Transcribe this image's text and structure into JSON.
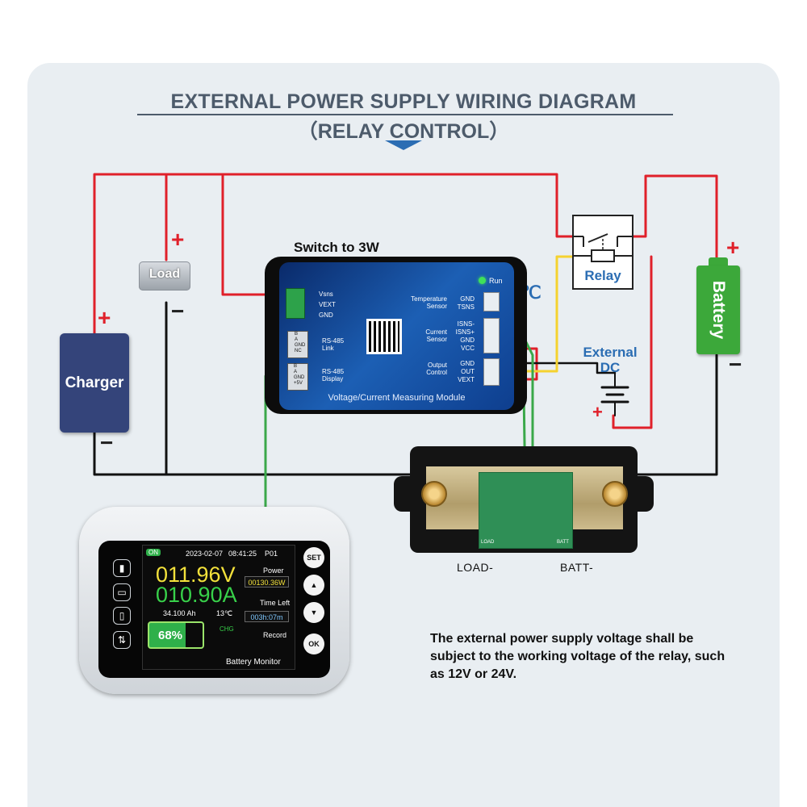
{
  "title": {
    "line1": "EXTERNAL POWER SUPPLY WIRING DIAGRAM",
    "line2": "（RELAY CONTROL）"
  },
  "components": {
    "charger": {
      "label": "Charger",
      "plus": "+",
      "minus": "−"
    },
    "load": {
      "label": "Load",
      "plus": "+",
      "minus": "−"
    },
    "battery": {
      "label": "Battery",
      "plus": "+",
      "minus": "−"
    },
    "relay": {
      "label": "Relay"
    },
    "external_dc": {
      "label_line1": "External",
      "label_line2": "DC",
      "plus": "+"
    },
    "temperature_symbol": "℃"
  },
  "module": {
    "switch_label": "Switch to 3W",
    "run_label": "Run",
    "footer": "Voltage/Current Measuring Module",
    "left_pins": [
      "Vsns",
      "VEXT",
      "GND"
    ],
    "rs485_link": {
      "pins": [
        "B",
        "A",
        "GND",
        "NC"
      ],
      "label_line1": "RS-485",
      "label_line2": "Link"
    },
    "rs485_display": {
      "pins": [
        "B",
        "A",
        "GND",
        "+5V"
      ],
      "label_line1": "RS-485",
      "label_line2": "Display"
    },
    "groups": [
      {
        "name_line1": "Temperature",
        "name_line2": "Sensor",
        "pins": [
          "GND",
          "TSNS"
        ]
      },
      {
        "name_line1": "Current",
        "name_line2": "Sensor",
        "pins": [
          "ISNS-",
          "ISNS+",
          "GND",
          "VCC"
        ]
      },
      {
        "name_line1": "Output",
        "name_line2": "Control",
        "pins": [
          "GND",
          "OUT",
          "VEXT"
        ]
      }
    ]
  },
  "shunt": {
    "load_label": "LOAD-",
    "batt_label": "BATT-",
    "pcb_left": "LOAD",
    "pcb_right": "BATT"
  },
  "monitor": {
    "status_on": "ON",
    "date": "2023-02-07",
    "time": "08:41:25",
    "page": "P01",
    "voltage": "011.96V",
    "current": "010.90A",
    "capacity": "34.100 Ah",
    "temperature": "13℃",
    "percent": "68%",
    "chg": "CHG",
    "power_label": "Power",
    "power_value": "00130.36W",
    "time_left_label": "Time Left",
    "time_left_value": "003h:07m",
    "record_label": "Record",
    "brand": "Battery Monitor",
    "buttons": {
      "set": "SET",
      "ok": "OK"
    }
  },
  "note": "The external power supply voltage shall be subject to the working voltage of the relay, such as 12V or 24V.",
  "colors": {
    "wire_red": "#e0202a",
    "wire_black": "#111111",
    "wire_green": "#3aa84a",
    "wire_yellow": "#f5d230",
    "accent_blue": "#2b6db3"
  }
}
